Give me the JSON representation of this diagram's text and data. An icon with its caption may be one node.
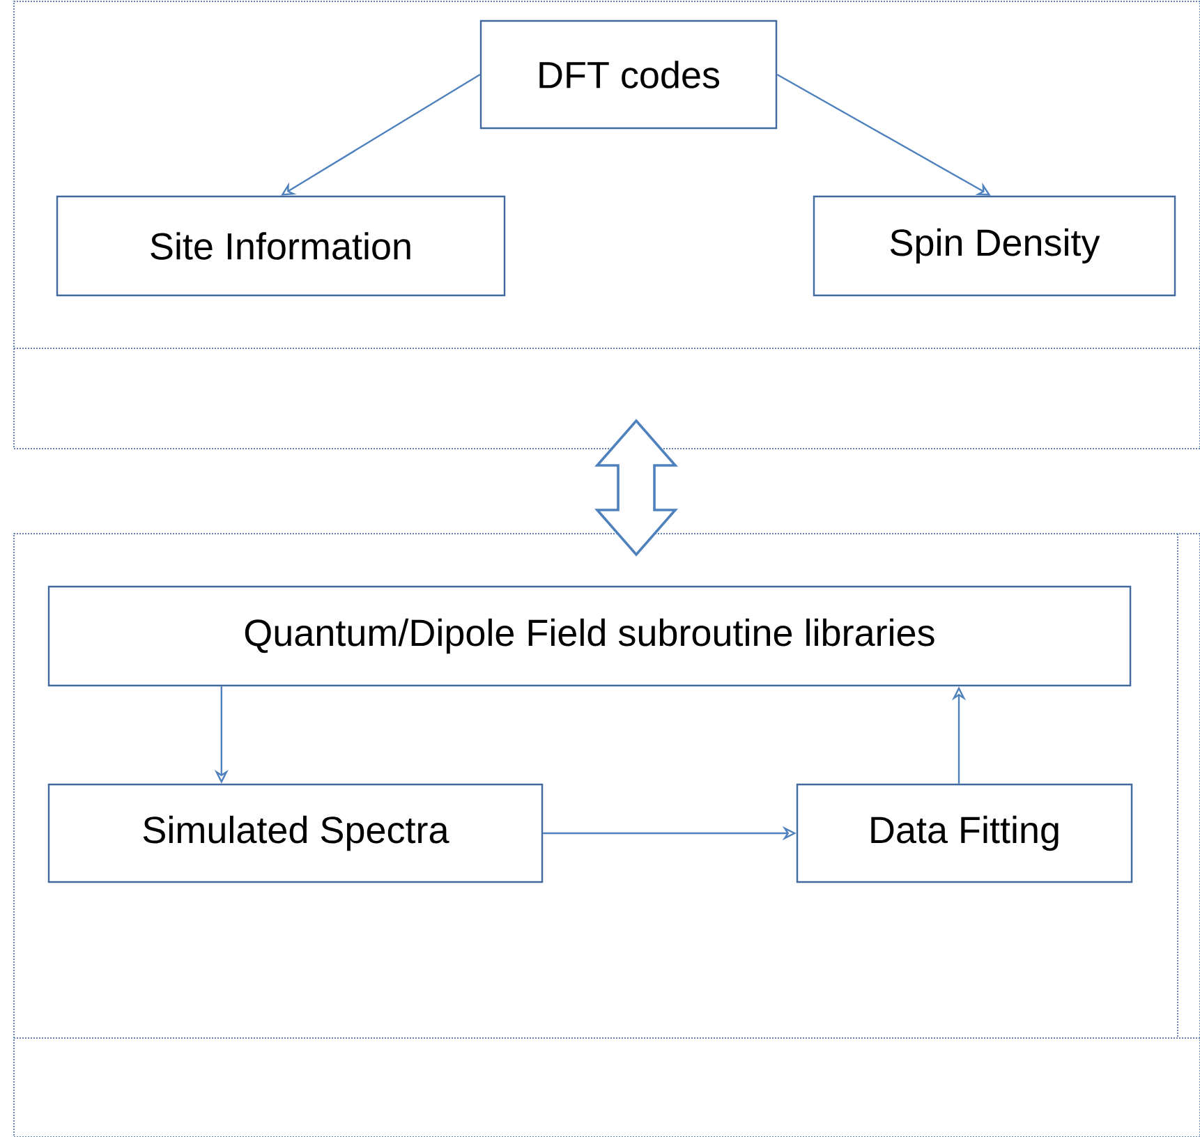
{
  "diagram": {
    "nodes": [
      {
        "text": [],
        "shape": "box"
      },
      {
        "text": [
          "DFT codes"
        ],
        "in": 0
      },
      {
        "text": [
          "Site Information"
        ],
        "in": 0
      },
      {
        "text": [
          "Spin Density"
        ],
        "in": 0
      },
      {
        "text": [],
        "shape": "box"
      },
      {
        "text": [
          "Quantum/Dipole Field subroutine libraries"
        ],
        "in": 4
      },
      {
        "text": [
          "Simulated Spectra"
        ],
        "in": 4
      },
      {
        "text": [
          "Data Fitting"
        ],
        "in": 4
      }
    ],
    "edges": [
      {
        "from": 1,
        "to": 2,
        "arrow": "to"
      },
      {
        "from": 1,
        "to": 3,
        "arrow": "to"
      },
      {
        "from": 0,
        "to": 4,
        "arrow": "both",
        "style": "thick"
      },
      {
        "from": 5,
        "to": 6,
        "arrow": "to"
      },
      {
        "from": 6,
        "to": 7,
        "arrow": "to"
      },
      {
        "from": 7,
        "to": 5,
        "arrow": "to"
      }
    ]
  }
}
